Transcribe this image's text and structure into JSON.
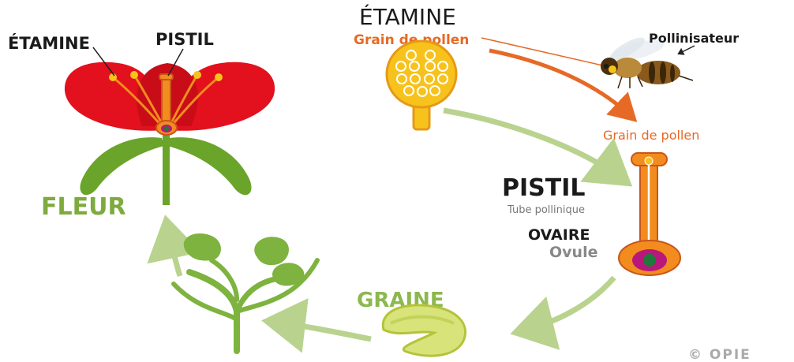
{
  "labels": {
    "flower_stamen": "ÉTAMINE",
    "flower_pistil": "PISTIL",
    "flower": "FLEUR",
    "stamen_title": "ÉTAMINE",
    "pollen_grain_top": "Grain de pollen",
    "pollinator": "Pollinisateur",
    "pollen_grain_right": "Grain de pollen",
    "pistil_title": "PISTIL",
    "pollen_tube": "Tube pollinique",
    "ovary": "OVAIRE",
    "ovule": "Ovule",
    "seed": "GRAINE",
    "copyright": "© OPIE"
  },
  "colors": {
    "petal_red": "#e3101d",
    "stamen_orange": "#f28c1e",
    "anther_yellow": "#f8c21c",
    "leaf_green": "#6aa42b",
    "light_green": "#9cc35e",
    "arrow_green": "#b9d38f",
    "pollination_arrow": "#e66a25",
    "pistil_brown": "#c8561a",
    "ovule_magenta": "#b8177b",
    "ovule_green": "#1f7a3a",
    "text_dark": "#1a1a1a",
    "text_gray": "#777777"
  },
  "icons": [
    "flower-illustration",
    "bee-icon",
    "seed-icon",
    "seedling-icon"
  ]
}
